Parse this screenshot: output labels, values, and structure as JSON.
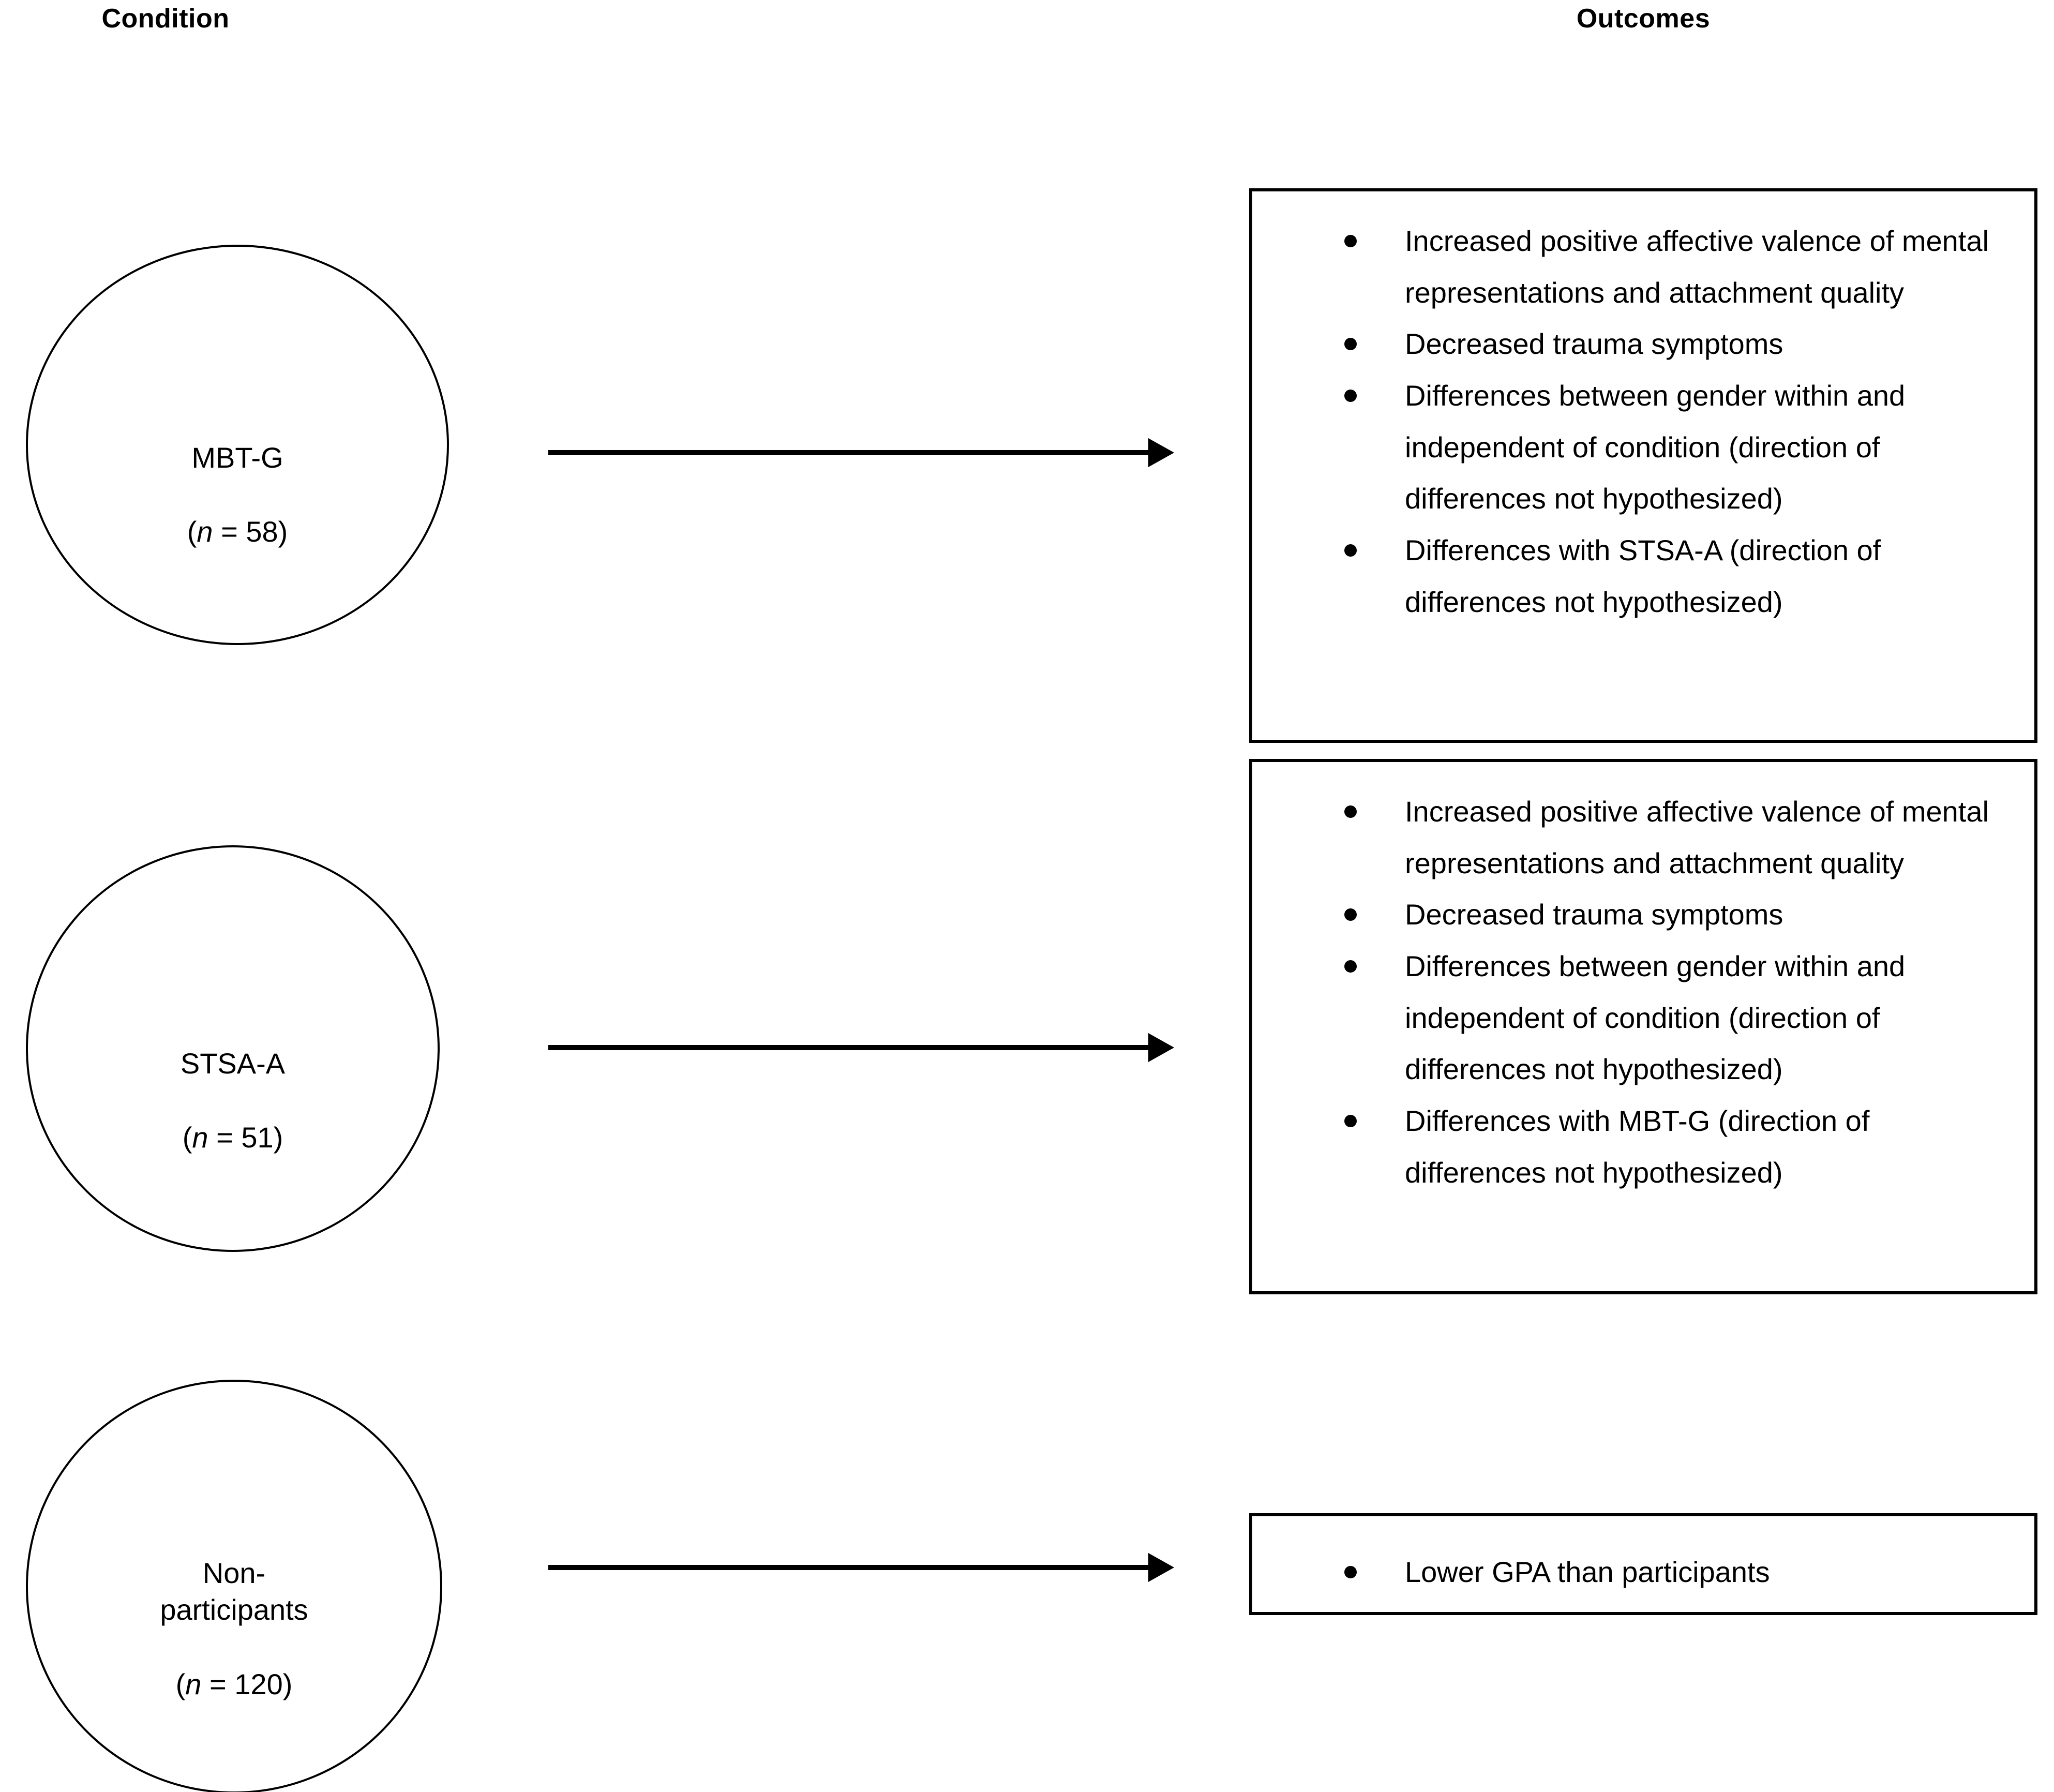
{
  "headers": {
    "condition": "Condition",
    "outcomes": "Outcomes"
  },
  "colors": {
    "stroke": "#000000",
    "background": "#ffffff",
    "text": "#000000"
  },
  "conditions": [
    {
      "id": "mbt-g",
      "name": "MBT-G",
      "n_prefix": "(",
      "n_symbol": "n",
      "n_value": " = 58)",
      "label_line1": "MBT-G",
      "label_line2": "(n = 58)"
    },
    {
      "id": "stsa-a",
      "name": "STSA-A",
      "n_prefix": "(",
      "n_symbol": "n",
      "n_value": " = 51)",
      "label_line1": "STSA-A",
      "label_line2": "(n = 51)"
    },
    {
      "id": "non-participants",
      "name": "Non-participants",
      "n_prefix": "(",
      "n_symbol": "n",
      "n_value": " = 120)",
      "label_line1": "Non-\nparticipants",
      "label_line2": "(n = 120)"
    }
  ],
  "outcome_boxes": [
    {
      "id": "outcomes-mbt-g",
      "for_condition": "MBT-G",
      "bullets": [
        "Increased positive affective valence of mental representations and attachment quality",
        "Decreased trauma symptoms",
        "Differences between gender within and independent of condition (direction of differences not hypothesized)",
        "Differences with STSA-A (direction of differences not hypothesized)"
      ]
    },
    {
      "id": "outcomes-stsa-a",
      "for_condition": "STSA-A",
      "bullets": [
        "Increased positive affective valence of mental representations and attachment quality",
        "Decreased trauma symptoms",
        "Differences between gender within and independent of condition (direction of differences not hypothesized)",
        "Differences with MBT-G (direction of differences not hypothesized)"
      ]
    },
    {
      "id": "outcomes-non-participants",
      "for_condition": "Non-participants",
      "bullets": [
        "Lower GPA than participants"
      ]
    }
  ],
  "arrows": [
    {
      "id": "arrow-mbt-g",
      "from": "MBT-G",
      "to": "outcomes-mbt-g",
      "direction": "right"
    },
    {
      "id": "arrow-stsa-a",
      "from": "STSA-A",
      "to": "outcomes-stsa-a",
      "direction": "right"
    },
    {
      "id": "arrow-non-participants",
      "from": "Non-participants",
      "to": "outcomes-non-participants",
      "direction": "right"
    }
  ]
}
